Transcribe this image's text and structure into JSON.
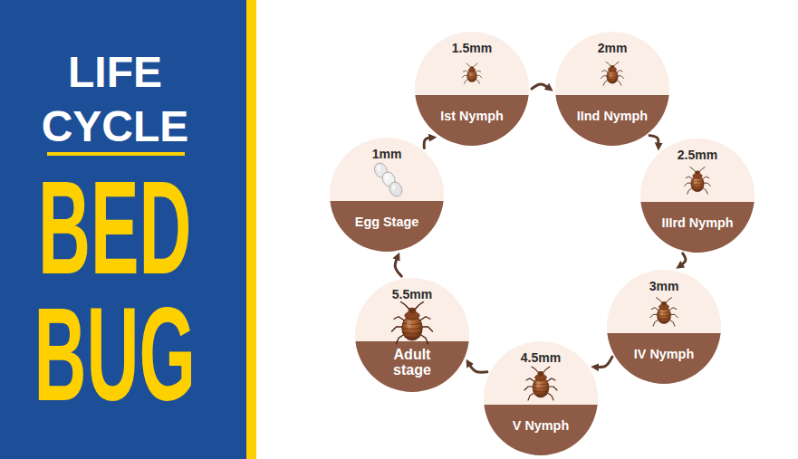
{
  "diagram": {
    "title": "LIFE CYCLE",
    "nodes": [
      {
        "text": [
          "1mm",
          "Egg Stage"
        ]
      },
      {
        "text": [
          "1.5mm",
          "Ist Nymph"
        ]
      },
      {
        "text": [
          "2mm",
          "IInd Nymph"
        ]
      },
      {
        "text": [
          "2.5mm",
          "IIIrd Nymph"
        ]
      },
      {
        "text": [
          "3mm",
          "IV Nymph"
        ]
      },
      {
        "text": [
          "4.5mm",
          "V Nymph"
        ]
      },
      {
        "text": [
          "5.5mm",
          "Adult stage"
        ]
      }
    ],
    "edges": [
      {
        "from": 0,
        "to": 1,
        "arrow": "to"
      },
      {
        "from": 1,
        "to": 2,
        "arrow": "to"
      },
      {
        "from": 2,
        "to": 3,
        "arrow": "to"
      },
      {
        "from": 3,
        "to": 4,
        "arrow": "to"
      },
      {
        "from": 4,
        "to": 5,
        "arrow": "to"
      },
      {
        "from": 5,
        "to": 6,
        "arrow": "to"
      },
      {
        "from": 6,
        "to": 0,
        "arrow": "to"
      }
    ],
    "labels": [
      "BED BUG"
    ]
  }
}
